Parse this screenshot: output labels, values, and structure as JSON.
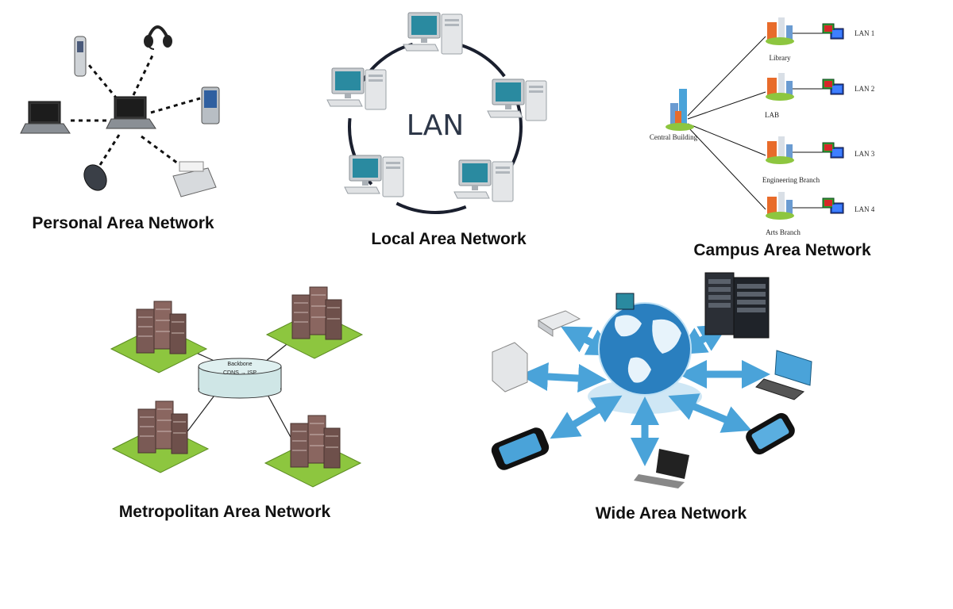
{
  "panels": {
    "pan": {
      "caption": "Personal Area Network"
    },
    "lan": {
      "caption": "Local Area Network",
      "center_label": "LAN"
    },
    "campus": {
      "caption": "Campus Area Network",
      "central": "Central Building",
      "branches": [
        {
          "name": "Library",
          "lan": "LAN 1"
        },
        {
          "name": "LAB",
          "lan": "LAN 2"
        },
        {
          "name": "Engineering Branch",
          "lan": "LAN 3"
        },
        {
          "name": "Arts Branch",
          "lan": "LAN 4"
        }
      ]
    },
    "man": {
      "caption": "Metropolitan Area Network",
      "backbone_line1": "Backbone",
      "backbone_line2": "CDNS → ISP"
    },
    "wan": {
      "caption": "Wide Area Network"
    }
  },
  "colors": {
    "screen": "#2a8aa0",
    "arrow": "#4aa3d9",
    "globe": "#2a7fbf",
    "grass": "#8dc63f",
    "building": "#7a5a55",
    "backbone": "#cfe6e6"
  }
}
